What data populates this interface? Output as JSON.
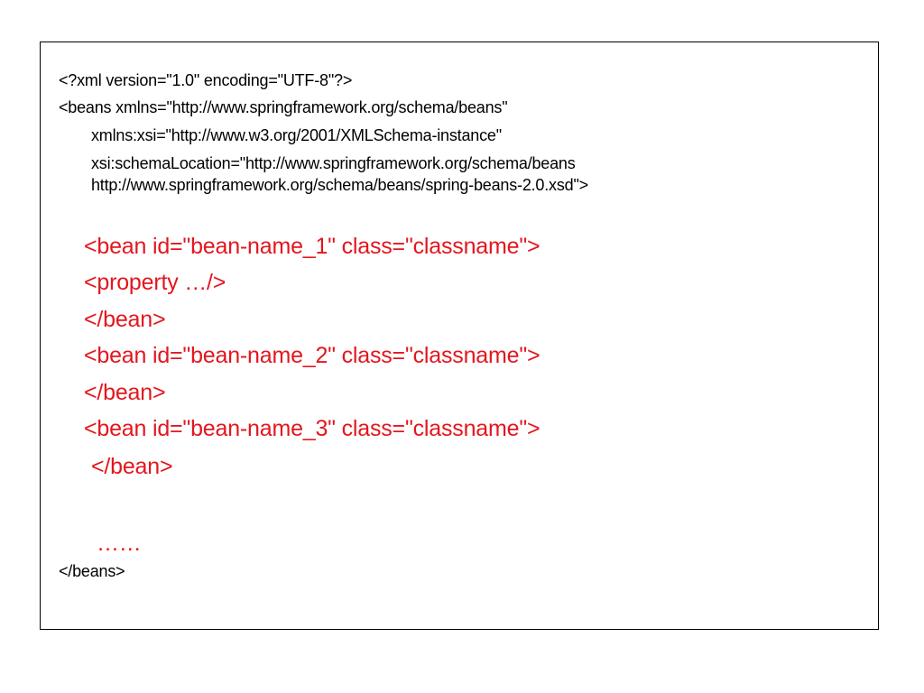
{
  "document": {
    "header_lines": [
      "<?xml version=\"1.0\" encoding=\"UTF-8\"?>",
      "<beans xmlns=\"http://www.springframework.org/schema/beans\"",
      "xmlns:xsi=\"http://www.w3.org/2001/XMLSchema-instance\"",
      "xsi:schemaLocation=\"http://www.springframework.org/schema/beans",
      "http://www.springframework.org/schema/beans/spring-beans-2.0.xsd\">"
    ],
    "bean_lines": [
      "<bean id=\"bean-name_1\" class=\"classname\">",
      "<property …/>",
      "</bean>",
      "<bean id=\"bean-name_2\" class=\"classname\">",
      "</bean>",
      "<bean id=\"bean-name_3\" class=\"classname\">",
      "</bean>"
    ],
    "ellipsis": "……",
    "closing_line": "</beans>"
  },
  "colors": {
    "highlight": "#e3161e",
    "text": "#000000",
    "border": "#000000"
  }
}
